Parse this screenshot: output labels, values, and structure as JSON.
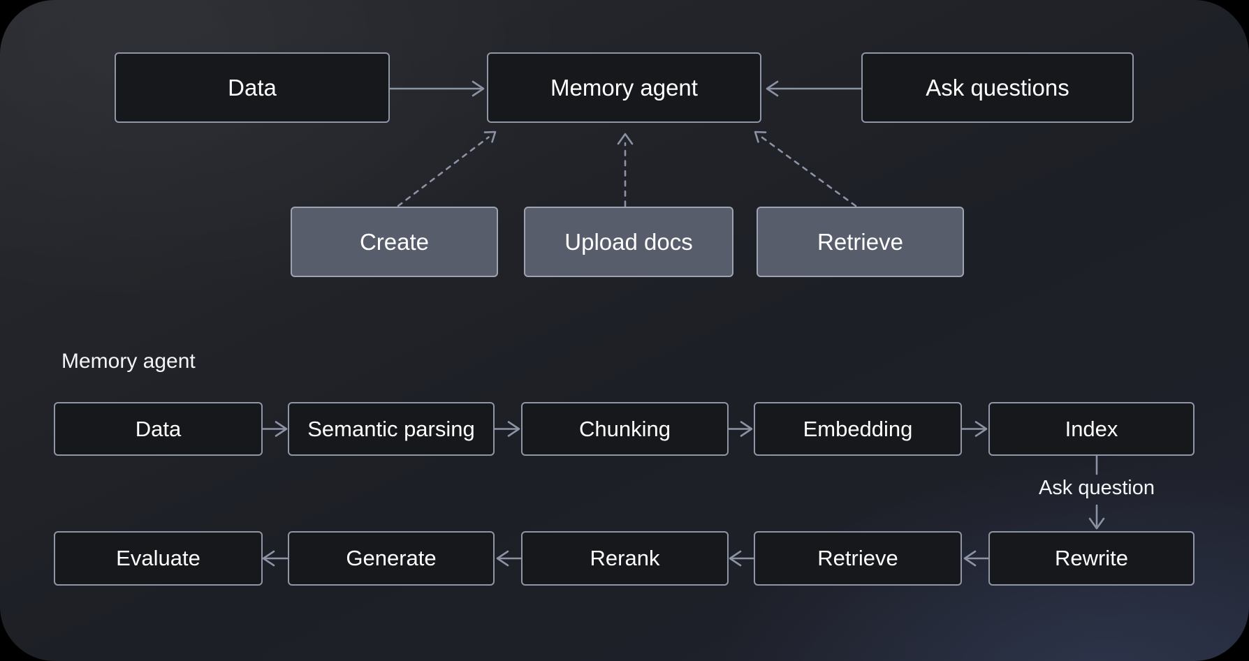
{
  "colors": {
    "page_background": "#000000",
    "panel_background_top": "#27292f",
    "panel_background_bottom_glow": "#404e72",
    "node_dark_fill": "#17181b",
    "node_dark_border": "#8f96a5",
    "node_light_fill": "#575d6b",
    "node_light_border": "#9da3b0",
    "arrow": "#8b93a4",
    "text": "#ffffff"
  },
  "overview": {
    "data": "Data",
    "memory_agent": "Memory agent",
    "ask_questions": "Ask questions",
    "create": "Create",
    "upload_docs": "Upload docs",
    "retrieve": "Retrieve",
    "edges": [
      {
        "from": "Data",
        "to": "Memory agent",
        "style": "solid"
      },
      {
        "from": "Ask questions",
        "to": "Memory agent",
        "style": "solid"
      },
      {
        "from": "Create",
        "to": "Memory agent",
        "style": "dashed"
      },
      {
        "from": "Upload docs",
        "to": "Memory agent",
        "style": "dashed"
      },
      {
        "from": "Retrieve",
        "to": "Memory agent",
        "style": "dashed"
      }
    ]
  },
  "pipeline": {
    "title": "Memory agent",
    "index_row": [
      "Data",
      "Semantic parsing",
      "Chunking",
      "Embedding",
      "Index"
    ],
    "query_row": [
      "Evaluate",
      "Generate",
      "Rerank",
      "Retrieve",
      "Rewrite"
    ],
    "connector_label": "Ask question",
    "edges": [
      {
        "from": "Data",
        "to": "Semantic parsing",
        "style": "solid"
      },
      {
        "from": "Semantic parsing",
        "to": "Chunking",
        "style": "solid"
      },
      {
        "from": "Chunking",
        "to": "Embedding",
        "style": "solid"
      },
      {
        "from": "Embedding",
        "to": "Index",
        "style": "solid"
      },
      {
        "from": "Index",
        "to": "Rewrite",
        "style": "solid",
        "label": "Ask question"
      },
      {
        "from": "Rewrite",
        "to": "Retrieve",
        "style": "solid"
      },
      {
        "from": "Retrieve",
        "to": "Rerank",
        "style": "solid"
      },
      {
        "from": "Rerank",
        "to": "Generate",
        "style": "solid"
      },
      {
        "from": "Generate",
        "to": "Evaluate",
        "style": "solid"
      }
    ]
  }
}
